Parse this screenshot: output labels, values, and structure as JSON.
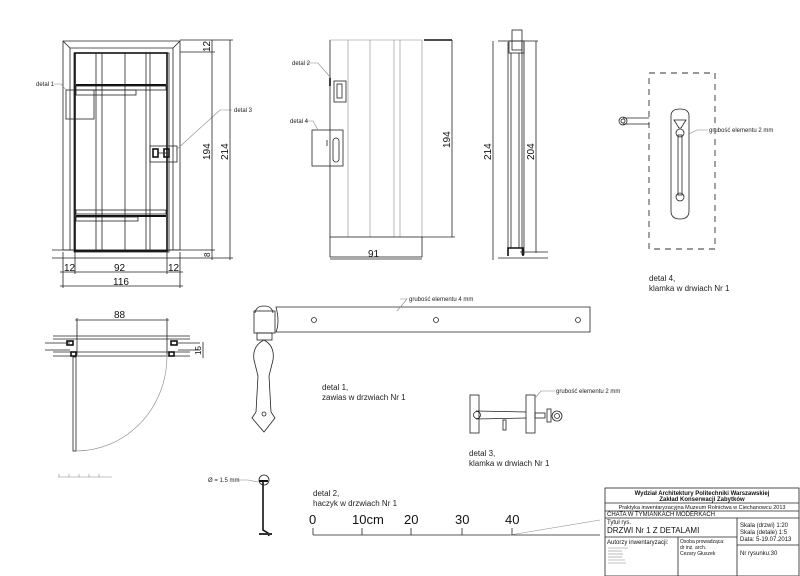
{
  "door_elevation": {
    "label_detail1": "detal 1",
    "label_detail3": "detal 3",
    "dim_width_total": "116",
    "dim_width_inner": "92",
    "dim_left": "12",
    "dim_right": "12",
    "dim_top": "12",
    "dim_height_door": "194",
    "dim_height_total": "214",
    "dim_bottom": "8"
  },
  "door_back": {
    "label_detail2": "detal 2",
    "label_detail4": "detal 4",
    "dim_height": "194",
    "dim_width": "91"
  },
  "door_section": {
    "dim_total": "214",
    "dim_door": "204"
  },
  "plan": {
    "dim_width": "88",
    "dim_depth": "15"
  },
  "detail1": {
    "note": "grubość elementu 4 mm",
    "caption_line1": "detal 1,",
    "caption_line2": "zawias w drzwiach Nr 1"
  },
  "detail2": {
    "note": "Ø = 1.5 mm",
    "caption_line1": "detal 2,",
    "caption_line2": "haczyk w drzwiach Nr 1"
  },
  "detail3": {
    "note": "grubość elementu 2 mm",
    "caption_line1": "detal 3,",
    "caption_line2": "klamka w drwiach Nr 1"
  },
  "detail4": {
    "note": "grubość elementu 2 mm",
    "caption_line1": "detal 4,",
    "caption_line2": "klamka w drwiach Nr 1"
  },
  "scale_bar": {
    "ticks": [
      "0",
      "10cm",
      "20",
      "30",
      "40"
    ]
  },
  "title_block": {
    "faculty": "Wydział Architektury Politechniki Warszawskiej",
    "department": "Zakład Konserwacji Zabytków",
    "practice": "Praktyka inwentaryzacyjna Muzeum Rolnictwa w Ciechanowcu 2013",
    "building": "CHATA W TYMIANKACH MODERKACH",
    "title_label": "Tytuł rys.",
    "title": "DRZWI Nr 1 Z DETALAMI",
    "scale_door": "Skala (drzwi) 1:20",
    "scale_details": "Skala (detale) 1:5",
    "date": "Data: 5-19.07.2013",
    "authors_label": "Autorzy inwentaryzacji:",
    "supervisor_label": "Osoba prowadząca:",
    "supervisor_title": "dr inż. arch.",
    "supervisor_name": "Cezary Głuszek",
    "drawing_no": "Nr rysunku:30"
  }
}
